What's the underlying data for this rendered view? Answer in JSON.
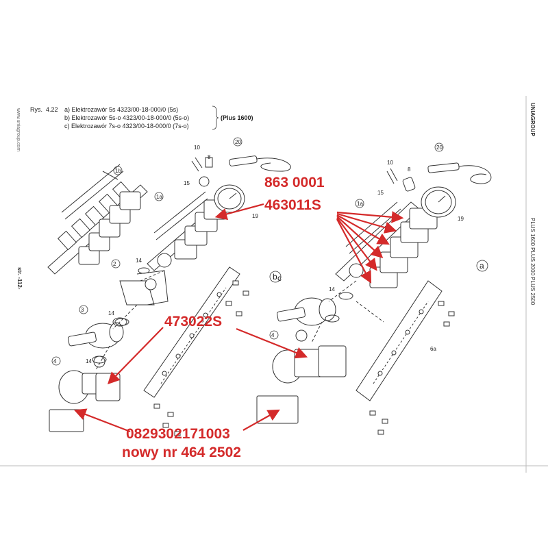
{
  "header": {
    "fig_prefix": "Rys.",
    "fig_number": "4.22",
    "line_a": "a) Elektrozawór 5s 4323/00-18-000/0 (5s)",
    "line_b": "b) Elektrozawór 5s-o 4323/00-18-000/0 (5s-o)",
    "line_c": "c) Elektrozawór 7s-o 4323/00-18-000/0 (7s-o)",
    "model_note": "(Plus 1600)"
  },
  "margin": {
    "website": "www.uniagroup.com",
    "page": "str. -112-",
    "brand": "UNIAGROUP",
    "models": "PLUS 1600   PLUS 2000   PLUS 2500"
  },
  "part_labels": [
    "20",
    "10",
    "8",
    "15",
    "1b",
    "1a",
    "19",
    "2",
    "14",
    "3",
    "14",
    "4",
    "14",
    "b",
    "c",
    "20",
    "10",
    "8",
    "15",
    "1a",
    "19",
    "14",
    "4",
    "a",
    "6a"
  ],
  "annotations": {
    "code1": "863 0001",
    "code2": "463011S",
    "code3": "473022S",
    "code4": "0829302171003",
    "code5": "nowy nr 464 2502"
  },
  "colors": {
    "annotation": "#d42a2a",
    "line": "#333333"
  }
}
